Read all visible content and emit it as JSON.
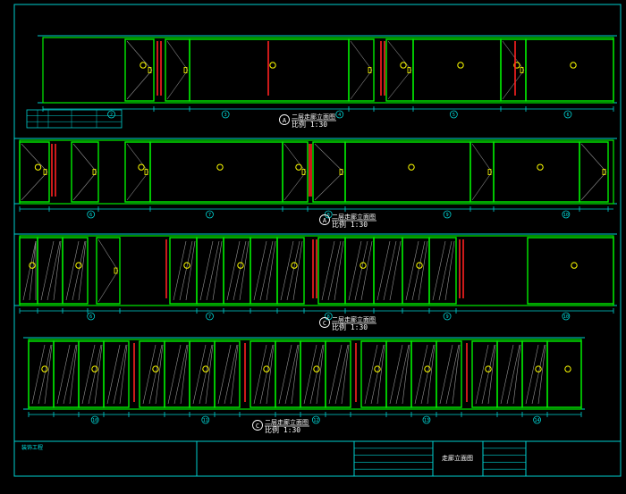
{
  "colors": {
    "background": "#000000",
    "frame": "#00d0d0",
    "panel": "#00ee00",
    "marker": "#ffff00",
    "accent": "#ff2020",
    "text": "#ffffff"
  },
  "elevations": [
    {
      "id": "A1",
      "axis_letter": "A",
      "title": "二层走廊立面图",
      "scale": "比例 1:30",
      "axis_numbers": [
        "2",
        "3",
        "4",
        "5",
        "6"
      ]
    },
    {
      "id": "A2",
      "axis_letter": "A",
      "title": "二层走廊立面图",
      "scale": "比例 1:30",
      "axis_numbers": [
        "6",
        "7",
        "8",
        "9",
        "10"
      ]
    },
    {
      "id": "C1",
      "axis_letter": "C",
      "title": "二层走廊立面图",
      "scale": "比例 1:30",
      "axis_numbers": [
        "6",
        "7",
        "8",
        "9",
        "10"
      ]
    },
    {
      "id": "C2",
      "axis_letter": "C",
      "title": "二层走廊立面图",
      "scale": "比例 1:30",
      "axis_numbers": [
        "10",
        "11",
        "12",
        "13",
        "14"
      ]
    }
  ],
  "title_block": {
    "drawing_name": "走廊立面图",
    "project_label": "装饰工程"
  }
}
